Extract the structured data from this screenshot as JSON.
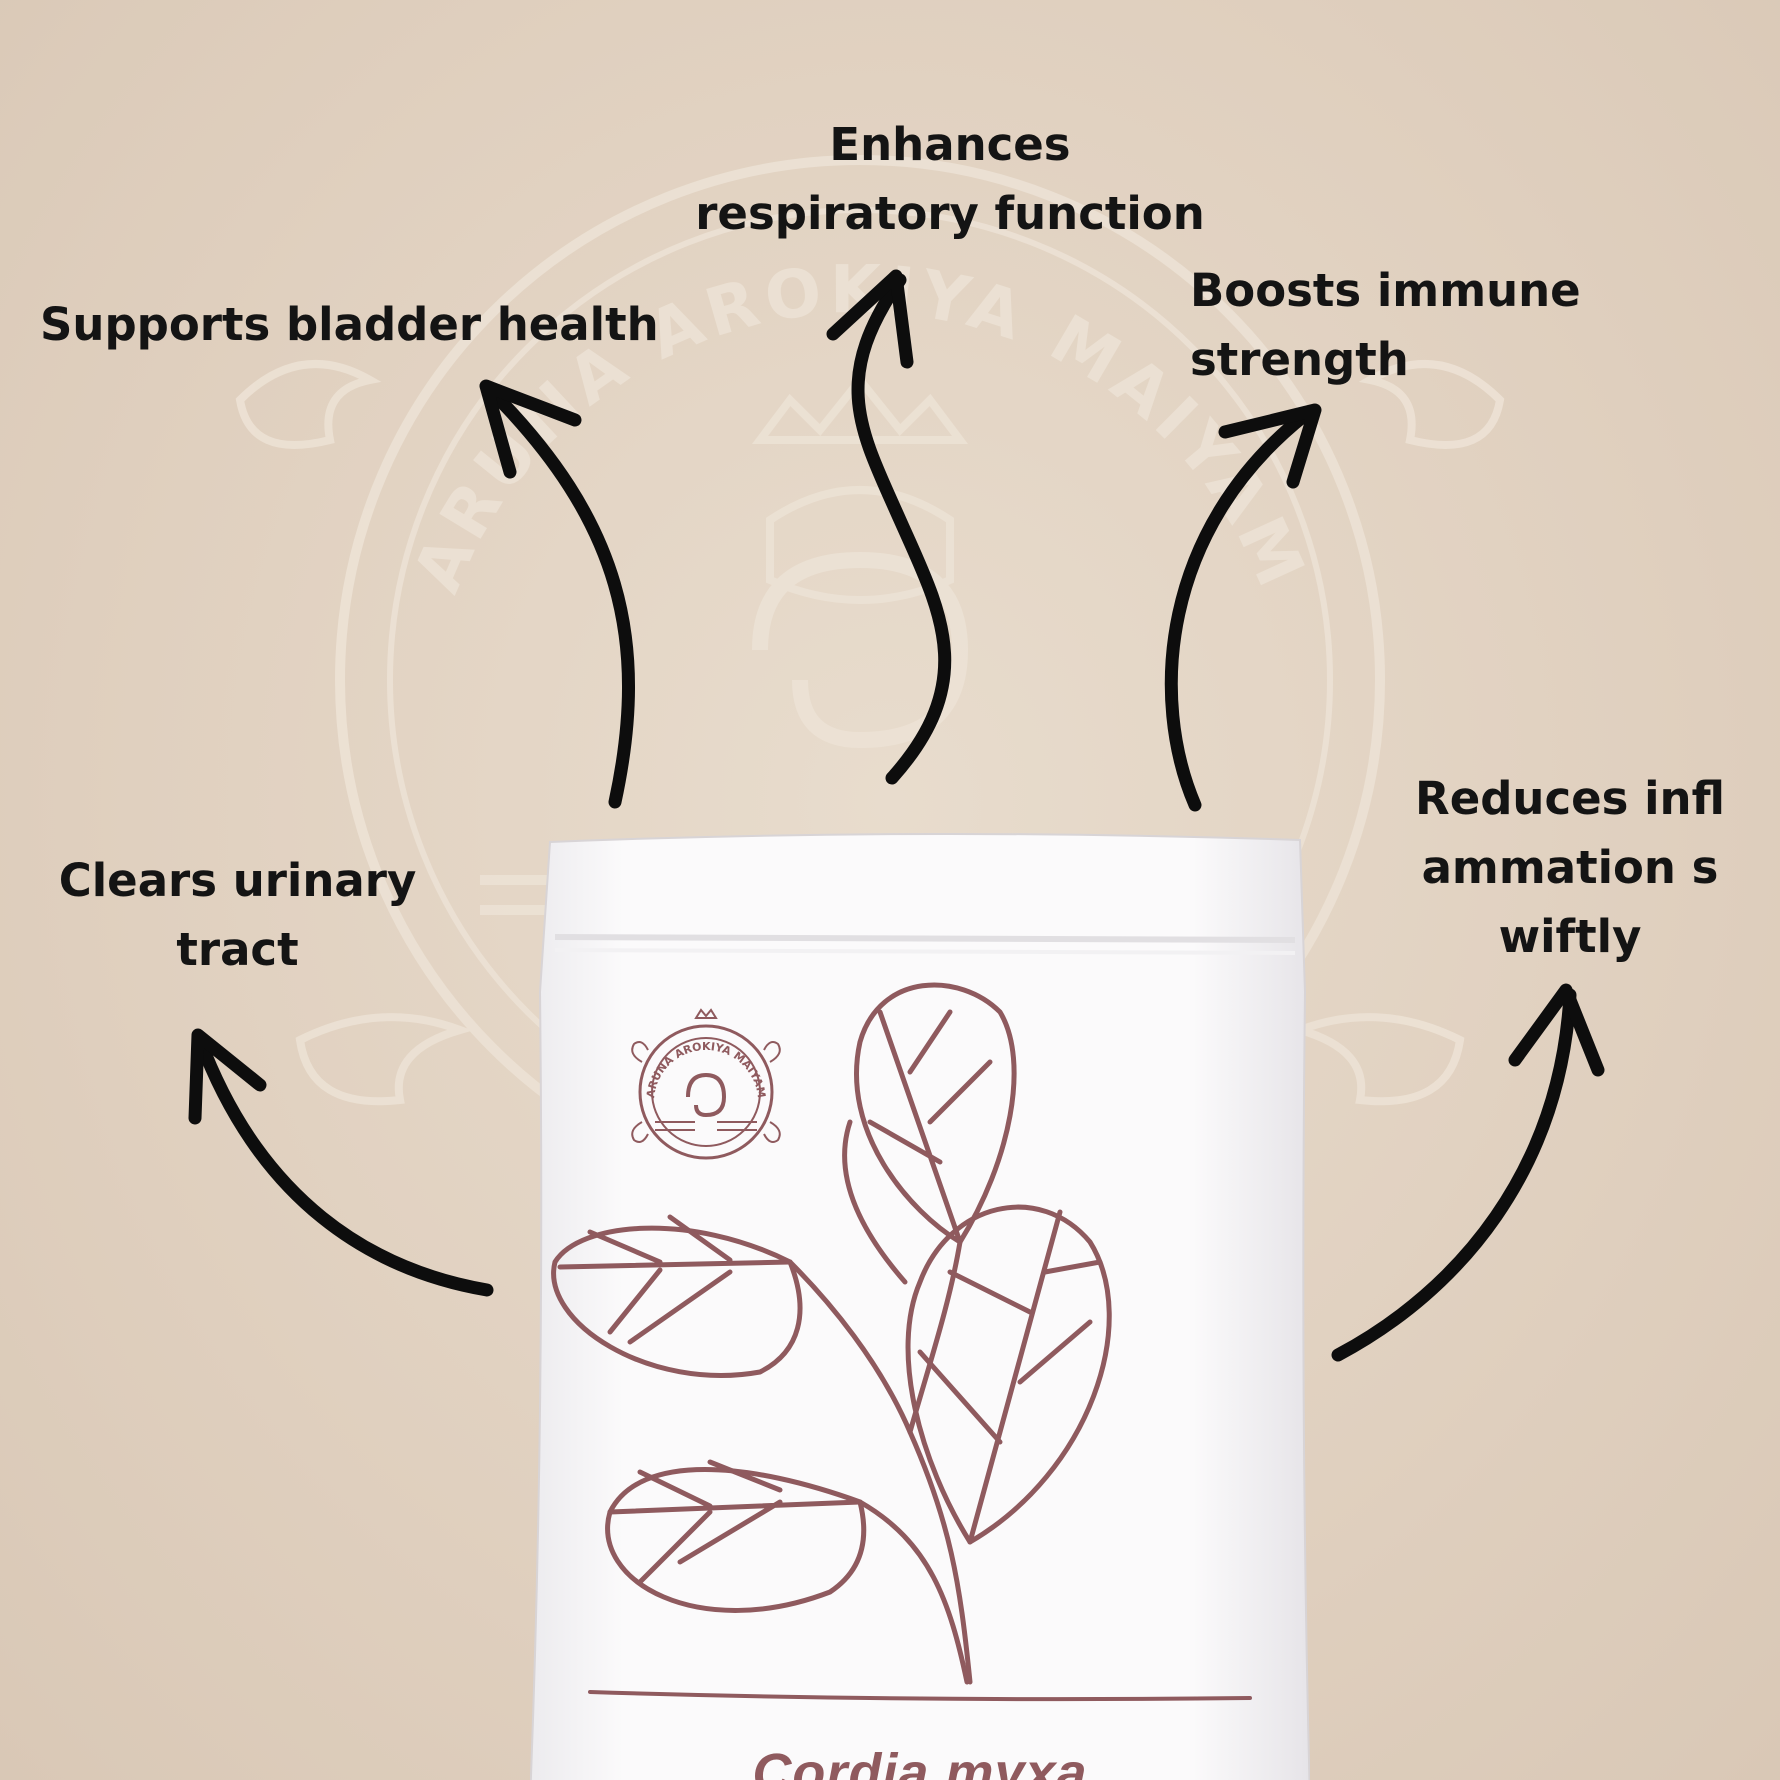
{
  "watermark": {
    "brand": "ARUNA AROKIYA MAIYAM",
    "color": "#ede3d6"
  },
  "benefits": {
    "respiratory": "Enhances respiratory function",
    "bladder": "Supports bladder health",
    "immune": "Boosts immune strength",
    "urinary": "Clears urinary tract",
    "inflammation": "Reduces inflammation swiftly"
  },
  "product": {
    "name": "Cordia myxa",
    "brand_seal": "ARUNA AROKIYA MAIYAM",
    "accent_color": "#8f5a5e",
    "pouch_color": "#f7f5f6"
  },
  "colors": {
    "background": "#e2d3c3",
    "text": "#141414",
    "arrow": "#0d0d0d"
  }
}
